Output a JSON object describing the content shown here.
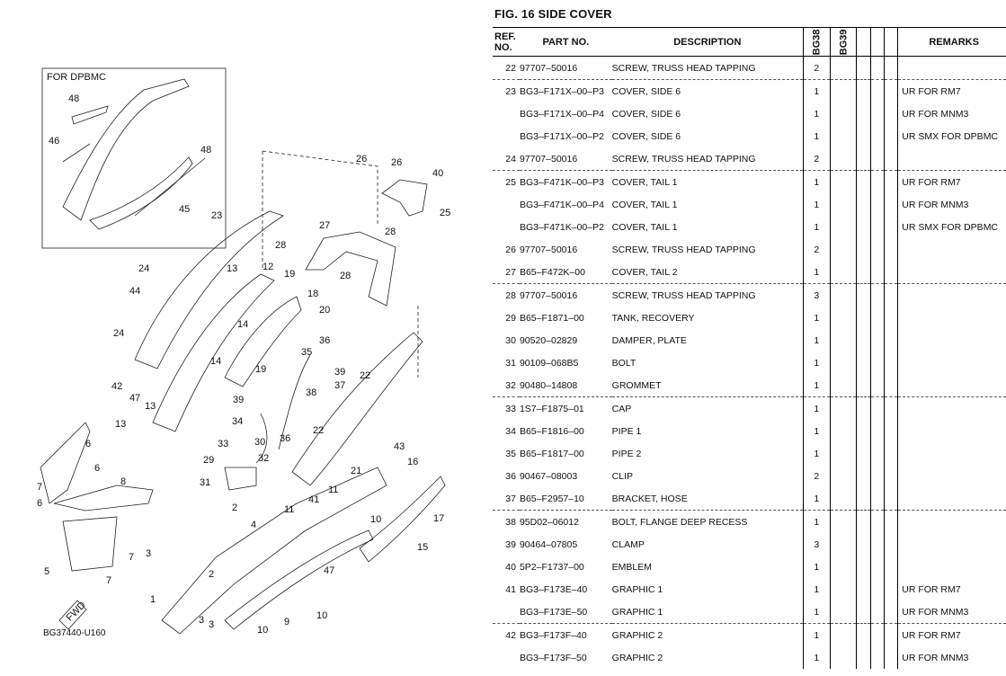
{
  "figure": {
    "title": "FIG. 16  SIDE COVER",
    "diagram_code": "BG37440-U160",
    "inset_label": "FOR DPBMC",
    "fwd_label": "FWD"
  },
  "table": {
    "headers": {
      "ref": "REF.\nNO.",
      "part": "PART NO.",
      "desc": "DESCRIPTION",
      "model1": "BG38",
      "model2": "BG39",
      "remarks": "REMARKS"
    },
    "rows": [
      {
        "ref": "22",
        "part": "97707–50016",
        "desc": "SCREW, TRUSS HEAD TAPPING",
        "qty": "2",
        "remarks": "",
        "grp": false
      },
      {
        "ref": "23",
        "part": "BG3–F171X–00–P3",
        "desc": "COVER, SIDE 6",
        "qty": "1",
        "remarks": "UR FOR RM7",
        "grp": true
      },
      {
        "ref": "",
        "part": "BG3–F171X–00–P4",
        "desc": "COVER, SIDE 6",
        "qty": "1",
        "remarks": "UR FOR MNM3",
        "grp": false
      },
      {
        "ref": "",
        "part": "BG3–F171X–00–P2",
        "desc": "COVER, SIDE 6",
        "qty": "1",
        "remarks": "UR SMX FOR DPBMC",
        "grp": false
      },
      {
        "ref": "24",
        "part": "97707–50016",
        "desc": "SCREW, TRUSS HEAD TAPPING",
        "qty": "2",
        "remarks": "",
        "grp": false
      },
      {
        "ref": "25",
        "part": "BG3–F471K–00–P3",
        "desc": "COVER, TAIL 1",
        "qty": "1",
        "remarks": "UR FOR RM7",
        "grp": true
      },
      {
        "ref": "",
        "part": "BG3–F471K–00–P4",
        "desc": "COVER, TAIL 1",
        "qty": "1",
        "remarks": "UR FOR MNM3",
        "grp": false
      },
      {
        "ref": "",
        "part": "BG3–F471K–00–P2",
        "desc": "COVER, TAIL 1",
        "qty": "1",
        "remarks": "UR SMX FOR DPBMC",
        "grp": false
      },
      {
        "ref": "26",
        "part": "97707–50016",
        "desc": "SCREW, TRUSS HEAD TAPPING",
        "qty": "2",
        "remarks": "",
        "grp": false
      },
      {
        "ref": "27",
        "part": "B65–F472K–00",
        "desc": "COVER, TAIL 2",
        "qty": "1",
        "remarks": "",
        "grp": false
      },
      {
        "ref": "28",
        "part": "97707–50016",
        "desc": "SCREW, TRUSS HEAD TAPPING",
        "qty": "3",
        "remarks": "",
        "grp": true
      },
      {
        "ref": "29",
        "part": "B65–F1871–00",
        "desc": "TANK, RECOVERY",
        "qty": "1",
        "remarks": "",
        "grp": false
      },
      {
        "ref": "30",
        "part": "90520–02829",
        "desc": "DAMPER, PLATE",
        "qty": "1",
        "remarks": "",
        "grp": false
      },
      {
        "ref": "31",
        "part": "90109–068B5",
        "desc": "BOLT",
        "qty": "1",
        "remarks": "",
        "grp": false
      },
      {
        "ref": "32",
        "part": "90480–14808",
        "desc": "GROMMET",
        "qty": "1",
        "remarks": "",
        "grp": false
      },
      {
        "ref": "33",
        "part": "1S7–F1875–01",
        "desc": "CAP",
        "qty": "1",
        "remarks": "",
        "grp": true
      },
      {
        "ref": "34",
        "part": "B65–F1816–00",
        "desc": "PIPE 1",
        "qty": "1",
        "remarks": "",
        "grp": false
      },
      {
        "ref": "35",
        "part": "B65–F1817–00",
        "desc": "PIPE 2",
        "qty": "1",
        "remarks": "",
        "grp": false
      },
      {
        "ref": "36",
        "part": "90467–08003",
        "desc": "CLIP",
        "qty": "2",
        "remarks": "",
        "grp": false
      },
      {
        "ref": "37",
        "part": "B65–F2957–10",
        "desc": "BRACKET, HOSE",
        "qty": "1",
        "remarks": "",
        "grp": false
      },
      {
        "ref": "38",
        "part": "95D02–06012",
        "desc": "BOLT, FLANGE DEEP RECESS",
        "qty": "1",
        "remarks": "",
        "grp": true
      },
      {
        "ref": "39",
        "part": "90464–07805",
        "desc": "CLAMP",
        "qty": "3",
        "remarks": "",
        "grp": false
      },
      {
        "ref": "40",
        "part": "5P2–F1737–00",
        "desc": "EMBLEM",
        "qty": "1",
        "remarks": "",
        "grp": false
      },
      {
        "ref": "41",
        "part": "BG3–F173E–40",
        "desc": "GRAPHIC 1",
        "qty": "1",
        "remarks": "UR FOR RM7",
        "grp": false
      },
      {
        "ref": "",
        "part": "BG3–F173E–50",
        "desc": "GRAPHIC 1",
        "qty": "1",
        "remarks": "UR FOR MNM3",
        "grp": false
      },
      {
        "ref": "42",
        "part": "BG3–F173F–40",
        "desc": "GRAPHIC 2",
        "qty": "1",
        "remarks": "UR FOR RM7",
        "grp": true
      },
      {
        "ref": "",
        "part": "BG3–F173F–50",
        "desc": "GRAPHIC 2",
        "qty": "1",
        "remarks": "UR FOR MNM3",
        "grp": false
      }
    ]
  },
  "callouts": [
    "48",
    "46",
    "48",
    "45",
    "23",
    "26",
    "26",
    "40",
    "25",
    "27",
    "28",
    "28",
    "24",
    "13",
    "12",
    "19",
    "18",
    "44",
    "28",
    "20",
    "14",
    "24",
    "35",
    "36",
    "14",
    "19",
    "39",
    "37",
    "42",
    "47",
    "38",
    "22",
    "13",
    "39",
    "34",
    "30",
    "36",
    "22",
    "33",
    "13",
    "6",
    "29",
    "32",
    "43",
    "6",
    "8",
    "21",
    "16",
    "7",
    "31",
    "6",
    "11",
    "41",
    "11",
    "2",
    "4",
    "10",
    "17",
    "5",
    "3",
    "7",
    "7",
    "15",
    "47",
    "2",
    "1",
    "3",
    "10",
    "9",
    "3",
    "10"
  ]
}
